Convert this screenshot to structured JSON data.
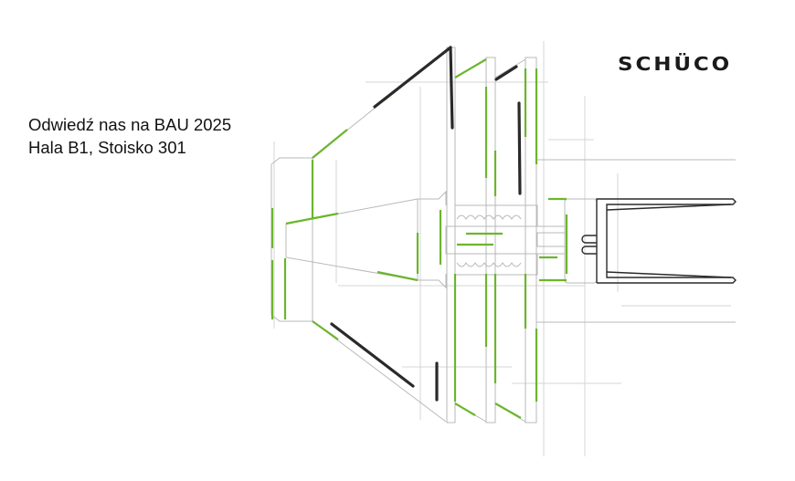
{
  "caption": {
    "line1": "Odwiedź nas na BAU 2025",
    "line2": "Hala B1, Stoisko 301"
  },
  "logo": {
    "text": "SCHÜCO"
  },
  "colors": {
    "accent": "#6cb52d",
    "line": "#b9b9b9",
    "dark": "#2a2a2a"
  }
}
